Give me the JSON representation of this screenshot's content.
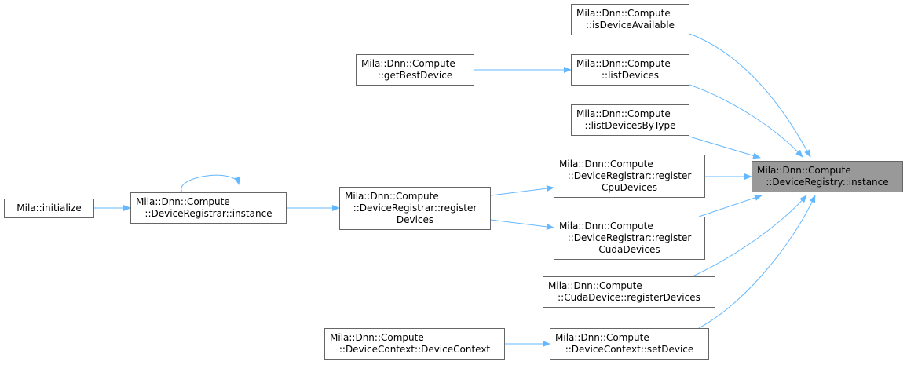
{
  "colors": {
    "edge": "#63b8ff",
    "node_border": "#666666",
    "focus_fill": "#999999"
  },
  "nodes": {
    "is_device_available": [
      "Mila::Dnn::Compute",
      "::isDeviceAvailable"
    ],
    "list_devices": [
      "Mila::Dnn::Compute",
      "::listDevices"
    ],
    "get_best_device": [
      "Mila::Dnn::Compute",
      "::getBestDevice"
    ],
    "list_devices_by_type": [
      "Mila::Dnn::Compute",
      "::listDevicesByType"
    ],
    "register_cpu_devices": [
      "Mila::Dnn::Compute",
      "::DeviceRegistrar::register",
      "CpuDevices"
    ],
    "device_registry_instance": [
      "Mila::Dnn::Compute",
      "::DeviceRegistry::instance"
    ],
    "register_cuda_devices": [
      "Mila::Dnn::Compute",
      "::DeviceRegistrar::register",
      "CudaDevices"
    ],
    "register_devices": [
      "Mila::Dnn::Compute",
      "::DeviceRegistrar::register",
      "Devices"
    ],
    "registrar_instance": [
      "Mila::Dnn::Compute",
      "::DeviceRegistrar::instance"
    ],
    "initialize": [
      "Mila::initialize"
    ],
    "cuda_register_devices": [
      "Mila::Dnn::Compute",
      "::CudaDevice::registerDevices"
    ],
    "device_context_ctor": [
      "Mila::Dnn::Compute",
      "::DeviceContext::DeviceContext"
    ],
    "set_device": [
      "Mila::Dnn::Compute",
      "::DeviceContext::setDevice"
    ]
  }
}
